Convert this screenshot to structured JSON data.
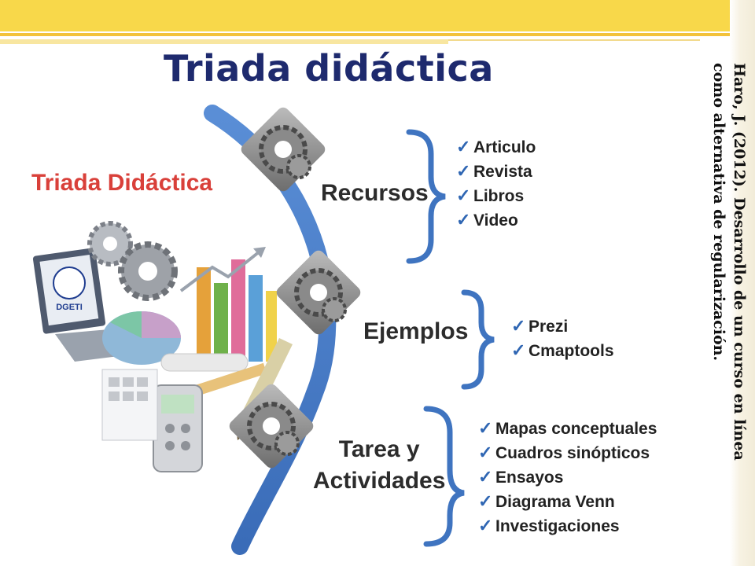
{
  "slide": {
    "title": "Triada didáctica",
    "citation": "Haro, J. (2012). Desarrollo  de un curso en línea como alternativa de regularización."
  },
  "diagram": {
    "title": "Triada Didáctica",
    "logo_text": "DGETI",
    "categories": [
      {
        "label": "Recursos",
        "items": [
          "Articulo",
          "Revista",
          "Libros",
          "Video"
        ]
      },
      {
        "label": "Ejemplos",
        "items": [
          "Prezi",
          "Cmaptools"
        ]
      },
      {
        "label_line1": "Tarea y",
        "label_line2": "Actividades",
        "items": [
          "Mapas conceptuales",
          "Cuadros sinópticos",
          "Ensayos",
          "Diagrama Venn",
          "Investigaciones"
        ]
      }
    ]
  },
  "colors": {
    "accent_blue": "#3f74c0",
    "title_navy": "#1e2a6e",
    "diagram_title_red": "#d9403a",
    "band_yellow": "#f8d84a"
  }
}
